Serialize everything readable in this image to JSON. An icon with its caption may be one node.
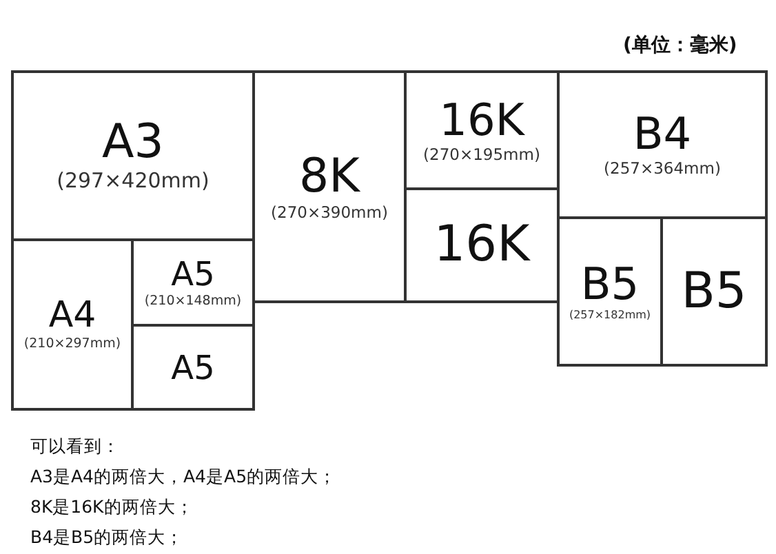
{
  "diagram": {
    "nodes": [
      {
        "text": [
          "A3",
          "(297×420mm)"
        ]
      },
      {
        "text": [
          "A4",
          "(210×297mm)"
        ]
      },
      {
        "text": [
          "A5",
          "(210×148mm)"
        ]
      },
      {
        "text": [
          "A5"
        ]
      },
      {
        "text": [
          "8K",
          "(270×390mm)"
        ]
      },
      {
        "text": [
          "16K",
          "(270×195mm)"
        ]
      },
      {
        "text": [
          "16K"
        ]
      },
      {
        "text": [
          "B4",
          "(257×364mm)"
        ]
      },
      {
        "text": [
          "B5",
          "(257×182mm)"
        ]
      },
      {
        "text": [
          "B5"
        ]
      }
    ],
    "labels": [
      "(单位：毫米)",
      "可以看到：",
      "A3是A4的两倍大，A4是A5的两倍大；",
      "8K是16K的两倍大；",
      "B4是B5的两倍大；"
    ]
  }
}
